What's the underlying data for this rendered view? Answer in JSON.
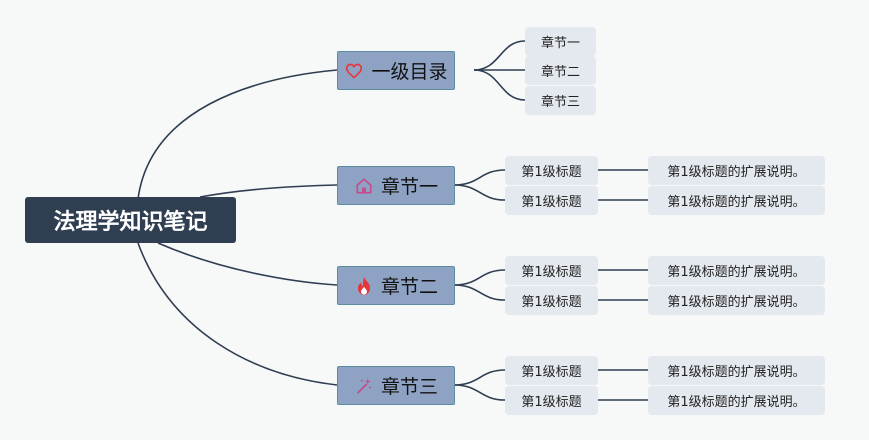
{
  "root": {
    "label": "法理学知识笔记"
  },
  "branches": [
    {
      "label": "一级目录",
      "icon": "heart-outline-icon",
      "children": [
        "章节一",
        "章节二",
        "章节三"
      ]
    },
    {
      "label": "章节一",
      "icon": "house-icon",
      "children": [
        {
          "title": "第1级标题",
          "desc": "第1级标题的扩展说明。"
        },
        {
          "title": "第1级标题",
          "desc": "第1级标题的扩展说明。"
        }
      ]
    },
    {
      "label": "章节二",
      "icon": "flame-icon",
      "children": [
        {
          "title": "第1级标题",
          "desc": "第1级标题的扩展说明。"
        },
        {
          "title": "第1级标题",
          "desc": "第1级标题的扩展说明。"
        }
      ]
    },
    {
      "label": "章节三",
      "icon": "magic-wand-icon",
      "children": [
        {
          "title": "第1级标题",
          "desc": "第1级标题的扩展说明。"
        },
        {
          "title": "第1级标题",
          "desc": "第1级标题的扩展说明。"
        }
      ]
    }
  ],
  "colors": {
    "root_bg": "#2f3e50",
    "branch_bg": "#8ea3c4",
    "leaf_bg": "#e4e8ef",
    "line": "#2f3e50",
    "icon_red": "#e8333a",
    "icon_pink": "#c64b8c"
  }
}
